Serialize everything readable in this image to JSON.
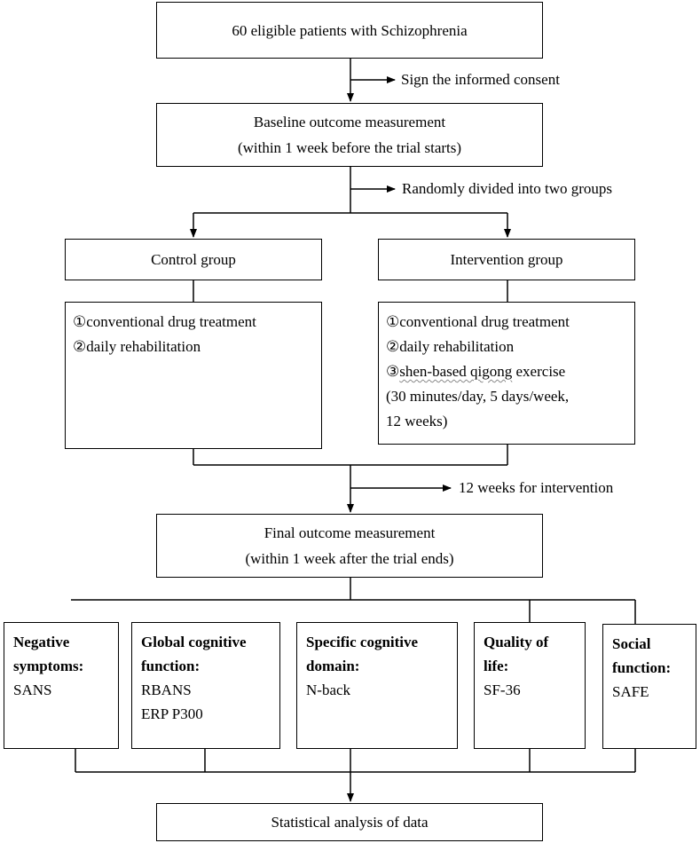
{
  "enrollment": {
    "text": "60 eligible patients with Schizophrenia"
  },
  "consent_note": "Sign the informed consent",
  "baseline": {
    "line1": "Baseline outcome measurement",
    "line2": "(within 1 week before the trial starts)"
  },
  "randomization_note": "Randomly divided into two groups",
  "control": {
    "title": "Control group",
    "items": [
      "①conventional drug treatment",
      "②daily rehabilitation"
    ]
  },
  "intervention": {
    "title": "Intervention group",
    "items": [
      "①conventional drug treatment",
      "②daily rehabilitation",
      "③shen-based qigong exercise",
      "(30 minutes/day, 5 days/week,",
      "12 weeks)"
    ],
    "item3_circle": "③",
    "item3_underlined": "shen-based qigong",
    "item3_rest": " exercise"
  },
  "duration_note": "12 weeks for intervention",
  "final": {
    "line1": "Final outcome measurement",
    "line2": "(within 1 week after the trial ends)"
  },
  "outcomes": [
    {
      "heading": [
        "Negative",
        "symptoms:"
      ],
      "measures": [
        "SANS"
      ]
    },
    {
      "heading": [
        "Global cognitive",
        "function:"
      ],
      "measures": [
        "RBANS",
        "ERP P300"
      ]
    },
    {
      "heading": [
        "Specific cognitive",
        "domain:"
      ],
      "measures": [
        "N-back"
      ]
    },
    {
      "heading": [
        "Quality of",
        "life:"
      ],
      "measures": [
        "SF-36"
      ]
    },
    {
      "heading": [
        "Social",
        "function:"
      ],
      "measures": [
        "SAFE"
      ]
    }
  ],
  "analysis": {
    "text": "Statistical analysis of data"
  },
  "colors": {
    "line": "#000000",
    "background": "#ffffff"
  }
}
